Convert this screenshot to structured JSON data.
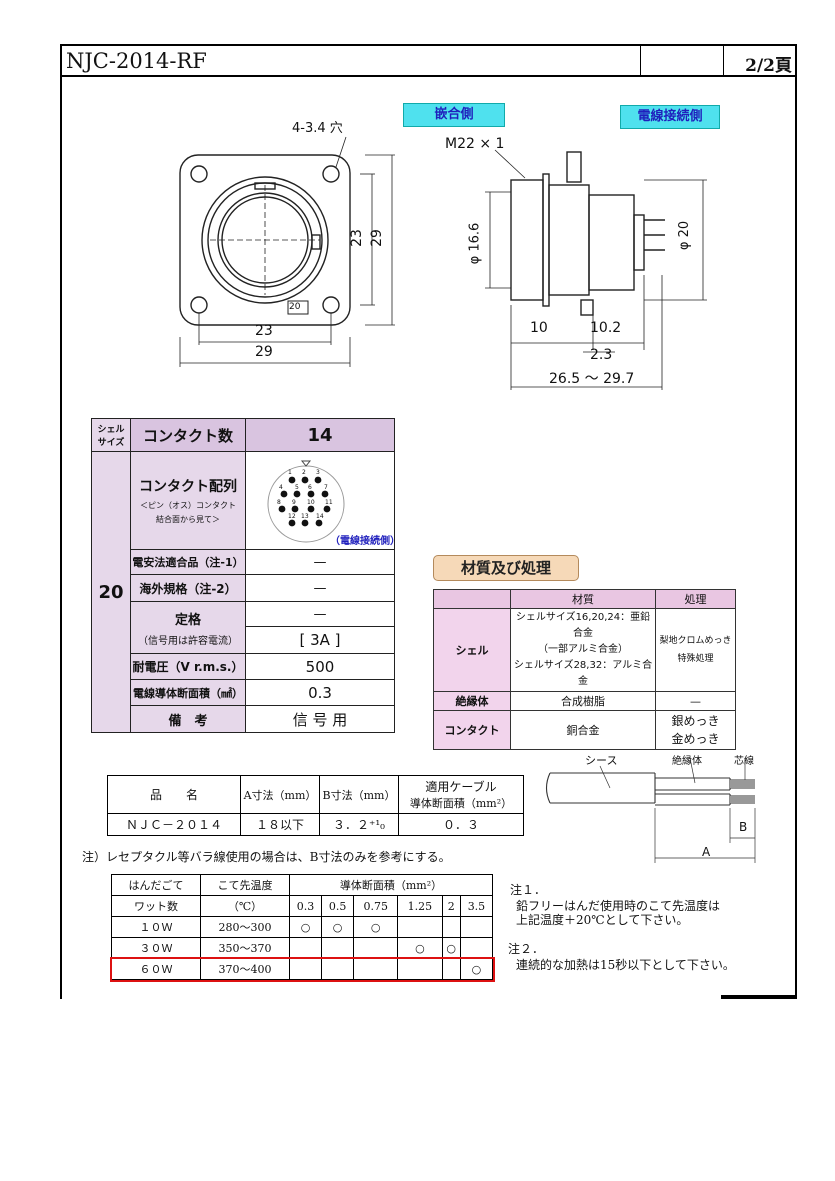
{
  "header": {
    "title": "NJC-2014-RF",
    "page": "2/2頁"
  },
  "labels": {
    "mating_side": "嵌合側",
    "wire_side": "電線接続側"
  },
  "drawing": {
    "holes": "4-3.4 穴",
    "dim_23_h": "23",
    "dim_29_h": "29",
    "dim_23_v": "23",
    "dim_29_v": "29",
    "mark_20": "20",
    "thread": "M22 × 1",
    "dia_166": "φ 16.6",
    "dia_20": "φ 20",
    "dim_10": "10",
    "dim_102": "10.2",
    "dim_23s": "2.3",
    "dim_range": "26.5 ～ 29.7"
  },
  "spec": {
    "shell_size_h": "シェル\nサイズ",
    "contacts_h": "コンタクト数",
    "contacts_v": "14",
    "shell_size_v": "20",
    "layout_title": "コンタクト配列",
    "layout_sub1": "＜ピン（オス）コンタクト",
    "layout_sub2": "結合面から見て＞",
    "wire_side_note": "（電線接続側）",
    "pins": [
      "1",
      "2",
      "3",
      "4",
      "5",
      "6",
      "7",
      "8",
      "9",
      "10",
      "11",
      "12",
      "13",
      "14"
    ],
    "safety_h": "電安法適合品（注-1）",
    "safety_v": "—",
    "overseas_h": "海外規格（注-2）",
    "overseas_v": "—",
    "rating_h": "定格",
    "rating_sub": "（信号用は許容電流）",
    "rating_v1": "—",
    "rating_v2": "[ 3A ]",
    "voltage_h": "耐電圧（V r.m.s.）",
    "voltage_v": "500",
    "area_h": "電線導体断面積（㎟）",
    "area_v": "0.3",
    "remarks_h": "備　考",
    "remarks_v": "信 号 用"
  },
  "materials": {
    "title": "材質及び処理",
    "col_material": "材質",
    "col_treatment": "処理",
    "shell": "シェル",
    "shell_m1": "シェルサイズ16,20,24：亜鉛合金",
    "shell_m2": "（一部アルミ合金）",
    "shell_m3": "シェルサイズ28,32：アルミ合金",
    "shell_t1": "梨地クロムめっき",
    "shell_t2": "特殊処理",
    "insulator": "絶縁体",
    "insulator_m": "合成樹脂",
    "insulator_t": "—",
    "contact": "コンタクト",
    "contact_m": "銅合金",
    "contact_t1": "銀めっき",
    "contact_t2": "金めっき"
  },
  "cable": {
    "sheath": "シース",
    "insulator": "絶縁体",
    "core": "芯線",
    "A": "A",
    "B": "B"
  },
  "part": {
    "h_name": "品　　名",
    "h_a": "A寸法（mm）",
    "h_b": "B寸法（mm）",
    "h_cable1": "適用ケーブル",
    "h_cable2": "導体断面積（mm²）",
    "name": "ＮＪＣ－２０１４",
    "a": "１８以下",
    "b": "３．２⁺¹₀",
    "area": "０．３"
  },
  "note_main": "注）レセプタクル等バラ線使用の場合は、B寸法のみを参考にする。",
  "solder": {
    "h1a": "はんだごて",
    "h1b": "ワット数",
    "h2a": "こて先温度",
    "h2b": "（℃）",
    "h3": "導体断面積（mm²）",
    "sizes": [
      "0.3",
      "0.5",
      "0.75",
      "1.25",
      "2",
      "3.5"
    ],
    "rows": [
      {
        "w": "１０Ｗ",
        "t": "280～300",
        "c": [
          "○",
          "○",
          "○",
          "",
          "",
          ""
        ]
      },
      {
        "w": "３０Ｗ",
        "t": "350～370",
        "c": [
          "",
          "",
          "",
          "○",
          "○",
          ""
        ]
      },
      {
        "w": "６０Ｗ",
        "t": "370～400",
        "c": [
          "",
          "",
          "",
          "",
          "",
          "○"
        ]
      }
    ]
  },
  "notes": {
    "n1": "注１．",
    "n1a": "鉛フリーはんだ使用時のこて先温度は",
    "n1b": "上記温度＋20℃として下さい。",
    "n2": "注２．",
    "n2a": "連続的な加熱は15秒以下として下さい。"
  }
}
